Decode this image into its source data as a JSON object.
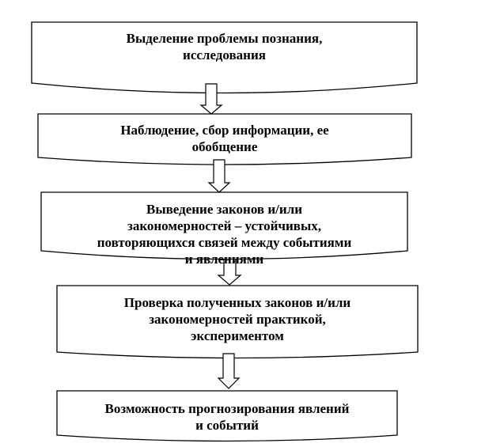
{
  "steps": [
    {
      "lines": [
        "Выделение проблемы познания,",
        "исследования"
      ]
    },
    {
      "lines": [
        "Наблюдение, сбор информации, ее",
        "обобщение"
      ]
    },
    {
      "lines": [
        "Выведение законов и/или",
        "закономерностей – устойчивых,",
        "повторяющихся связей между событиями",
        "и явлениями"
      ]
    },
    {
      "lines": [
        "Проверка полученных законов   и/или",
        "закономерностей практикой,",
        "экспериментом"
      ]
    },
    {
      "lines": [
        "Возможность прогнозирования явлений",
        "и событий"
      ]
    }
  ]
}
